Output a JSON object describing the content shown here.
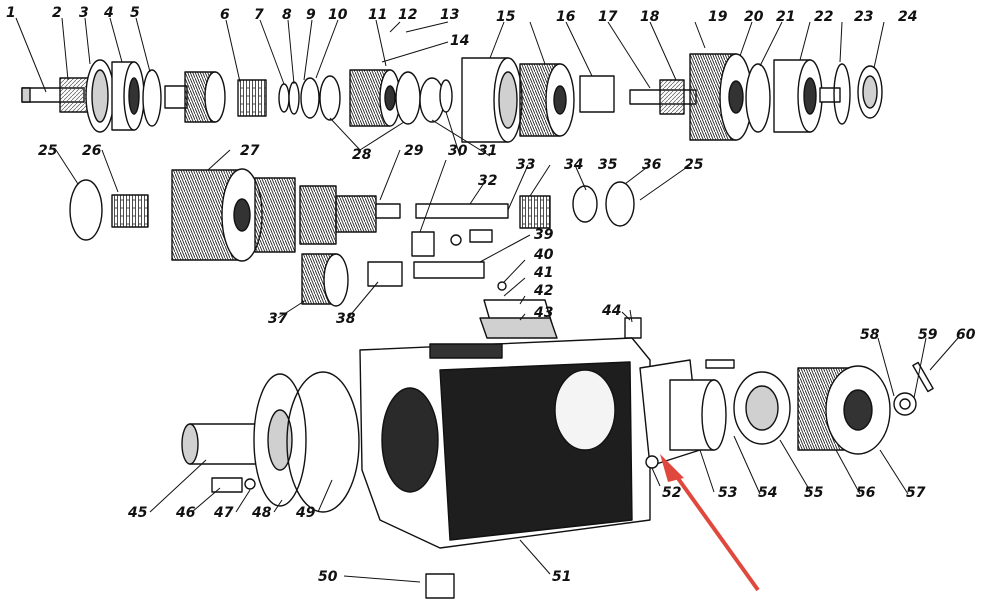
{
  "drawing": {
    "ink_color": "#111111",
    "shade_color": "#d0d0d0",
    "arrow_color": "#e0483e",
    "arrow_target_callout": "52"
  },
  "callouts": [
    "1",
    "2",
    "3",
    "4",
    "5",
    "6",
    "7",
    "8",
    "9",
    "10",
    "11",
    "12",
    "13",
    "14",
    "15",
    "16",
    "17",
    "18",
    "19",
    "20",
    "21",
    "22",
    "23",
    "24",
    "25",
    "26",
    "27",
    "28",
    "29",
    "30",
    "31",
    "32",
    "33",
    "34",
    "35",
    "36",
    "25",
    "37",
    "38",
    "39",
    "40",
    "41",
    "42",
    "43",
    "44",
    "45",
    "46",
    "47",
    "48",
    "49",
    "50",
    "51",
    "52",
    "53",
    "54",
    "55",
    "56",
    "57",
    "58",
    "59",
    "60"
  ]
}
